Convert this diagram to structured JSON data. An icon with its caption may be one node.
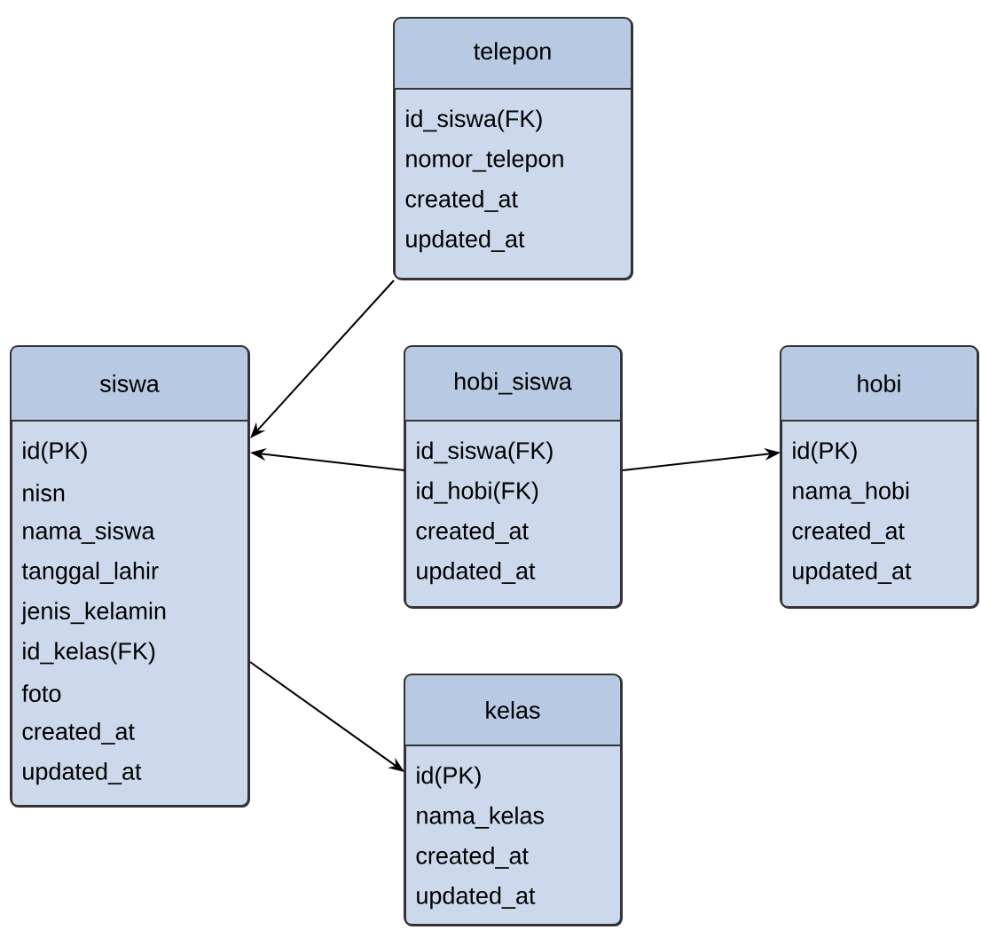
{
  "diagram": {
    "nodes": [
      {
        "text": [
          "telepon",
          "id_siswa(FK)",
          "nomor_telepon",
          "created_at",
          "updated_at"
        ]
      },
      {
        "text": [
          "siswa",
          "id(PK)",
          "nisn",
          "nama_siswa",
          "tanggal_lahir",
          "jenis_kelamin",
          "id_kelas(FK)",
          "foto",
          "created_at",
          "updated_at"
        ]
      },
      {
        "text": [
          "hobi_siswa",
          "id_siswa(FK)",
          "id_hobi(FK)",
          "created_at",
          "updated_at"
        ]
      },
      {
        "text": [
          "hobi",
          "id(PK)",
          "nama_hobi",
          "created_at",
          "updated_at"
        ]
      },
      {
        "text": [
          "kelas",
          "id(PK)",
          "nama_kelas",
          "created_at",
          "updated_at"
        ]
      }
    ],
    "edges": [
      {
        "from": 0,
        "to": 1,
        "arrow": "to"
      },
      {
        "from": 2,
        "to": 1,
        "arrow": "to"
      },
      {
        "from": 2,
        "to": 3,
        "arrow": "to"
      },
      {
        "from": 1,
        "to": 4,
        "arrow": "to"
      }
    ]
  }
}
